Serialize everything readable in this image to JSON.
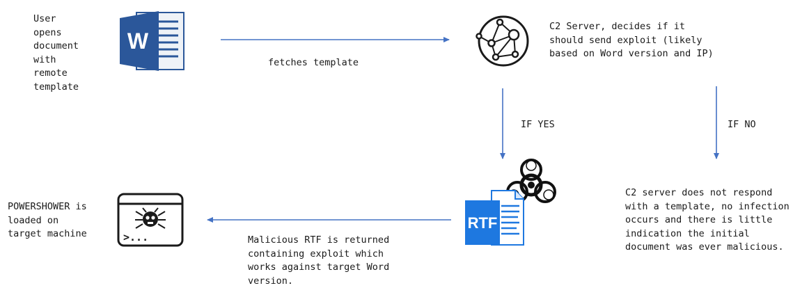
{
  "nodes": {
    "user_step": "User\nopens\ndocument\nwith\nremote\ntemplate",
    "c2_server": "C2 Server, decides if it\nshould send exploit (likely\nbased on Word version and IP)",
    "no_response": "C2 server does not respond\nwith a template, no infection\noccurs and there is little\nindication the initial\ndocument was ever malicious.",
    "powershower": "POWERSHOWER is\nloaded on\ntarget machine"
  },
  "edges": {
    "fetch": "fetches template",
    "yes": "IF YES",
    "no": "IF NO",
    "rtf_return": "Malicious RTF is returned\ncontaining exploit which\nworks against target Word\nversion."
  },
  "icons": {
    "word_letter": "W",
    "rtf_label": "RTF",
    "terminal_prompt": ">..."
  },
  "colors": {
    "arrow": "#4472c4",
    "word_blue": "#2b579a",
    "rtf_blue": "#1e78e0",
    "icon_stroke": "#1a1a1a"
  }
}
